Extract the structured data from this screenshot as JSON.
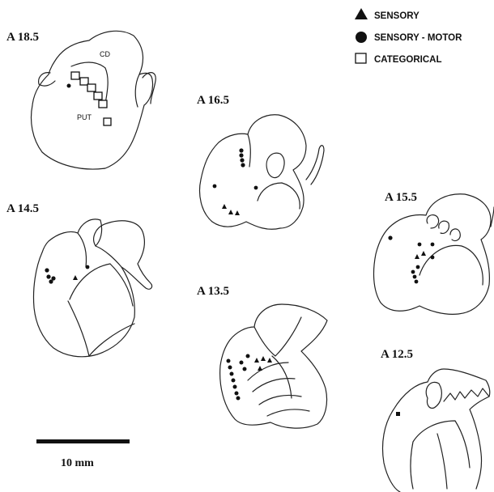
{
  "legend": {
    "sensory": "SENSORY",
    "sensory_motor": "SENSORY - MOTOR",
    "categorical": "CATEGORICAL"
  },
  "sections": {
    "s185": {
      "label": "A 18.5",
      "cd": "CD",
      "put": "PUT"
    },
    "s165": {
      "label": "A 16.5"
    },
    "s155": {
      "label": "A 15.5"
    },
    "s145": {
      "label": "A 14.5"
    },
    "s135": {
      "label": "A 13.5"
    },
    "s125": {
      "label": "A 12.5"
    }
  },
  "scale_bar": {
    "label": "10 mm"
  },
  "colors": {
    "ink": "#111111",
    "background": "#ffffff"
  }
}
